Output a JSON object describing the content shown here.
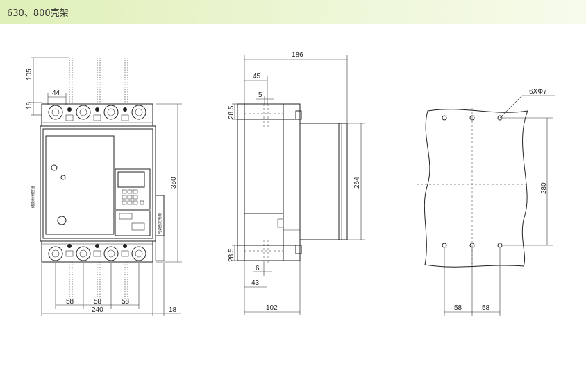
{
  "header": {
    "title": "630、800壳架"
  },
  "front_view": {
    "dims": {
      "top_ext": "105",
      "top_small": "16",
      "terminal_w": "44",
      "height": "350",
      "pitch_1": "58",
      "pitch_2": "58",
      "pitch_3": "58",
      "width": "240",
      "offset": "18"
    },
    "side_text_left": "储能/分闸按钮",
    "side_text_right": "可调额定电流"
  },
  "side_view": {
    "dims": {
      "depth": "186",
      "d45": "45",
      "d5": "5",
      "d28_top": "28.5",
      "d264": "264",
      "d28_bottom": "28.5",
      "d6": "6",
      "d43": "43",
      "d102": "102"
    }
  },
  "mount_view": {
    "dims": {
      "holes": "6XΦ7",
      "d280": "280",
      "p1": "58",
      "p2": "58"
    }
  }
}
